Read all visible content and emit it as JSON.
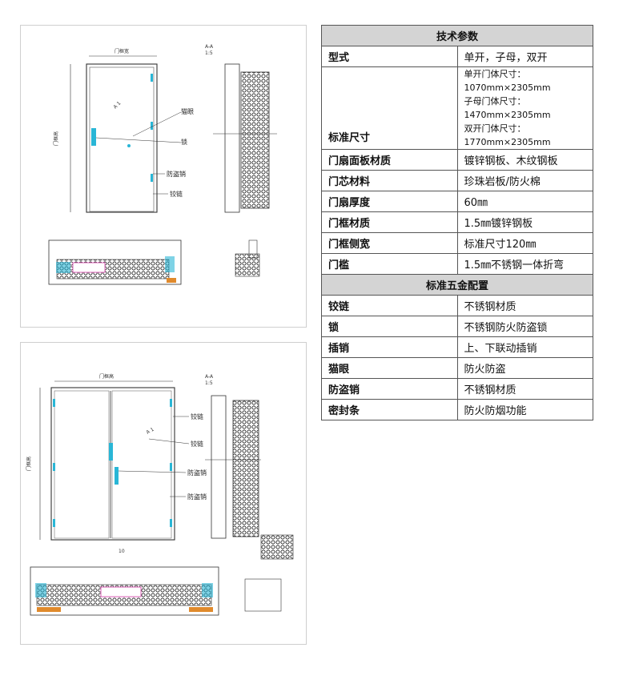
{
  "spec_table": {
    "tech_header": "技术参数",
    "rows": [
      {
        "key": "型式",
        "value": "单开，子母，双开"
      },
      {
        "key": "门扇面板材质",
        "value": "镀锌钢板、木纹钢板"
      },
      {
        "key": "门芯材料",
        "value": "珍珠岩板/防火棉"
      },
      {
        "key": "门扇厚度",
        "value": "60㎜"
      },
      {
        "key": "门框材质",
        "value": "1.5㎜镀锌钢板"
      },
      {
        "key": "门框侧宽",
        "value": "标准尺寸120㎜"
      },
      {
        "key": "门槛",
        "value": "1.5㎜不锈钢一体折弯"
      }
    ],
    "standard_size": {
      "key": "标准尺寸",
      "lines": [
        "单开门体尺寸：1070mm×2305mm",
        "子母门体尺寸：1470mm×2305mm",
        "双开门体尺寸：1770mm×2305mm"
      ]
    },
    "hardware_header": "标准五金配置",
    "hardware_rows": [
      {
        "key": "铰链",
        "value": "不锈钢材质"
      },
      {
        "key": "锁",
        "value": "不锈钢防火防盗锁"
      },
      {
        "key": "插销",
        "value": "上、下联动插销"
      },
      {
        "key": "猫眼",
        "value": "防火防盗"
      },
      {
        "key": "防盗销",
        "value": "不锈钢材质"
      },
      {
        "key": "密封条",
        "value": "防火防烟功能"
      }
    ]
  },
  "drawing_single": {
    "width_label": "门框宽",
    "height_label": "门框高",
    "callouts": {
      "peephole": "猫眼",
      "lock": "锁",
      "antitheft_pin": "防盗销",
      "hinge": "铰链"
    },
    "section_mark": "A-A",
    "section_mark2": "1:5",
    "angle_label": "A 1"
  },
  "drawing_double": {
    "width_label": "门框高",
    "height_label": "门框高",
    "callouts": {
      "hinge1": "铰链",
      "hinge2": "铰链",
      "antitheft1": "防盗销",
      "antitheft2": "防盗销"
    },
    "dim_10": "10",
    "section_mark": "A-A",
    "section_mark2": "1:5",
    "angle_label": "A 1"
  },
  "colors": {
    "grid": "#c6c6c6",
    "line": "#333333",
    "cyan": "#29b6d6",
    "orange": "#e08a2c",
    "magenta": "#d63aa8",
    "header_bg": "#d4d4d4"
  }
}
